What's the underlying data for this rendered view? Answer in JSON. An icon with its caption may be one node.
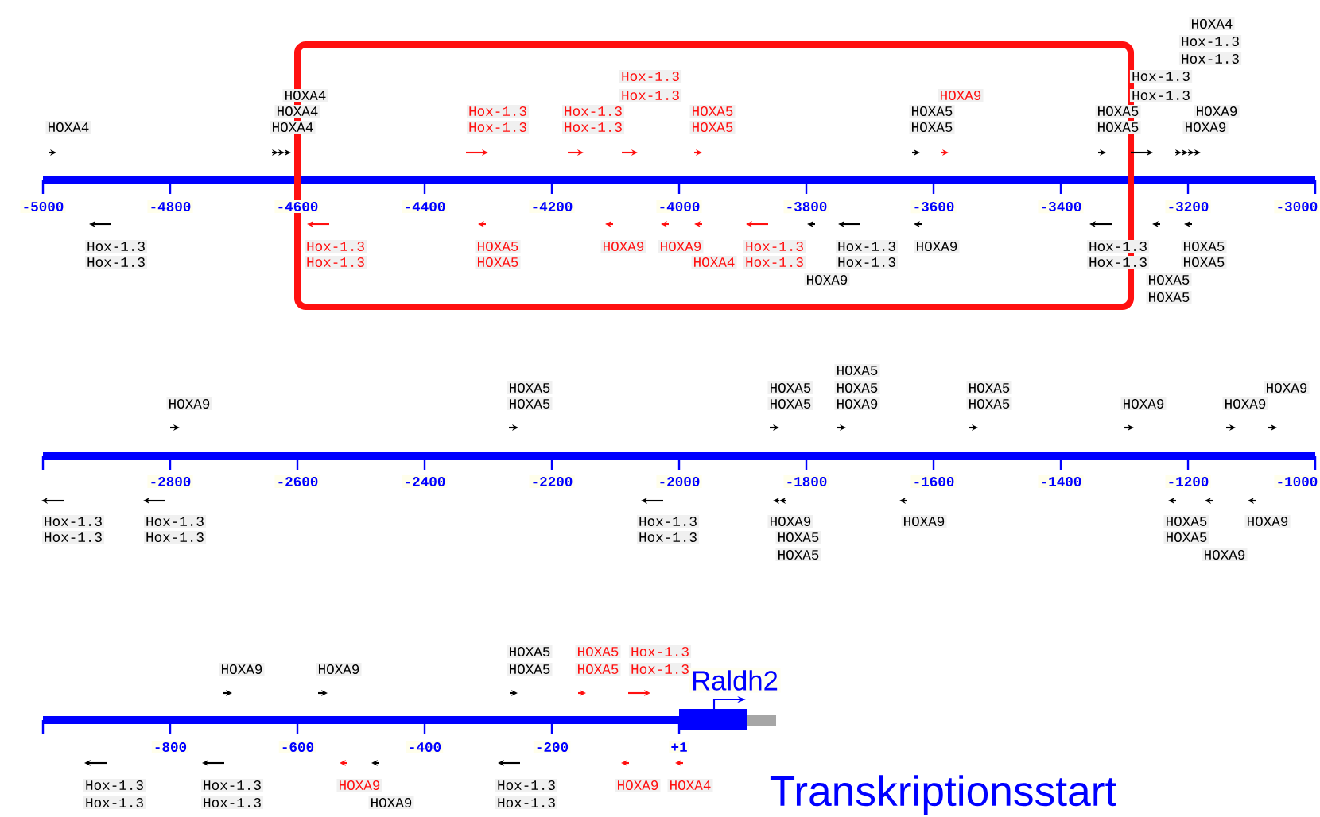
{
  "diagram": {
    "labels": [
      "HOXA4",
      "HOXA4",
      "HOXA4",
      "HOXA4",
      "Hox-1.3",
      "Hox-1.3",
      "Hox-1.3",
      "Hox-1.3",
      "Hox-1.3",
      "Hox-1.3",
      "HOXA5",
      "HOXA5",
      "HOXA9",
      "HOXA5",
      "HOXA5",
      "HOXA4",
      "Hox-1.3",
      "Hox-1.3",
      "Hox-1.3",
      "Hox-1.3",
      "HOXA5",
      "HOXA5",
      "HOXA9",
      "HOXA9",
      "-5000",
      "-4800",
      "-4600",
      "-4400",
      "-4200",
      "-4000",
      "-3800",
      "-3600",
      "-3400",
      "-3200",
      "-3000",
      "Hox-1.3",
      "Hox-1.3",
      "Hox-1.3",
      "Hox-1.3",
      "HOXA5",
      "HOXA5",
      "HOXA9",
      "HOXA9",
      "HOXA4",
      "Hox-1.3",
      "Hox-1.3",
      "Hox-1.3",
      "Hox-1.3",
      "HOXA9",
      "HOXA9",
      "Hox-1.3",
      "Hox-1.3",
      "HOXA5",
      "HOXA5",
      "HOXA5",
      "HOXA5",
      "HOXA9",
      "HOXA5",
      "HOXA5",
      "HOXA5",
      "HOXA5",
      "HOXA5",
      "HOXA5",
      "HOXA9",
      "HOXA5",
      "HOXA5",
      "HOXA9",
      "HOXA9",
      "HOXA9",
      "-2800",
      "-2600",
      "-2400",
      "-2200",
      "-2000",
      "-1800",
      "-1600",
      "-1400",
      "-1200",
      "-1000",
      "Hox-1.3",
      "Hox-1.3",
      "Hox-1.3",
      "Hox-1.3",
      "Hox-1.3",
      "Hox-1.3",
      "HOXA9",
      "HOXA5",
      "HOXA5",
      "HOXA9",
      "HOXA5",
      "HOXA5",
      "HOXA9",
      "HOXA9",
      "HOXA9",
      "HOXA9",
      "HOXA5",
      "HOXA5",
      "HOXA5",
      "HOXA5",
      "Hox-1.3",
      "Hox-1.3",
      "Raldh2",
      "-800",
      "-600",
      "-400",
      "-200",
      "+1",
      "Hox-1.3",
      "Hox-1.3",
      "Hox-1.3",
      "Hox-1.3",
      "HOXA9",
      "HOXA9",
      "Hox-1.3",
      "Hox-1.3",
      "HOXA9",
      "HOXA4",
      "Transkriptionsstart"
    ]
  }
}
